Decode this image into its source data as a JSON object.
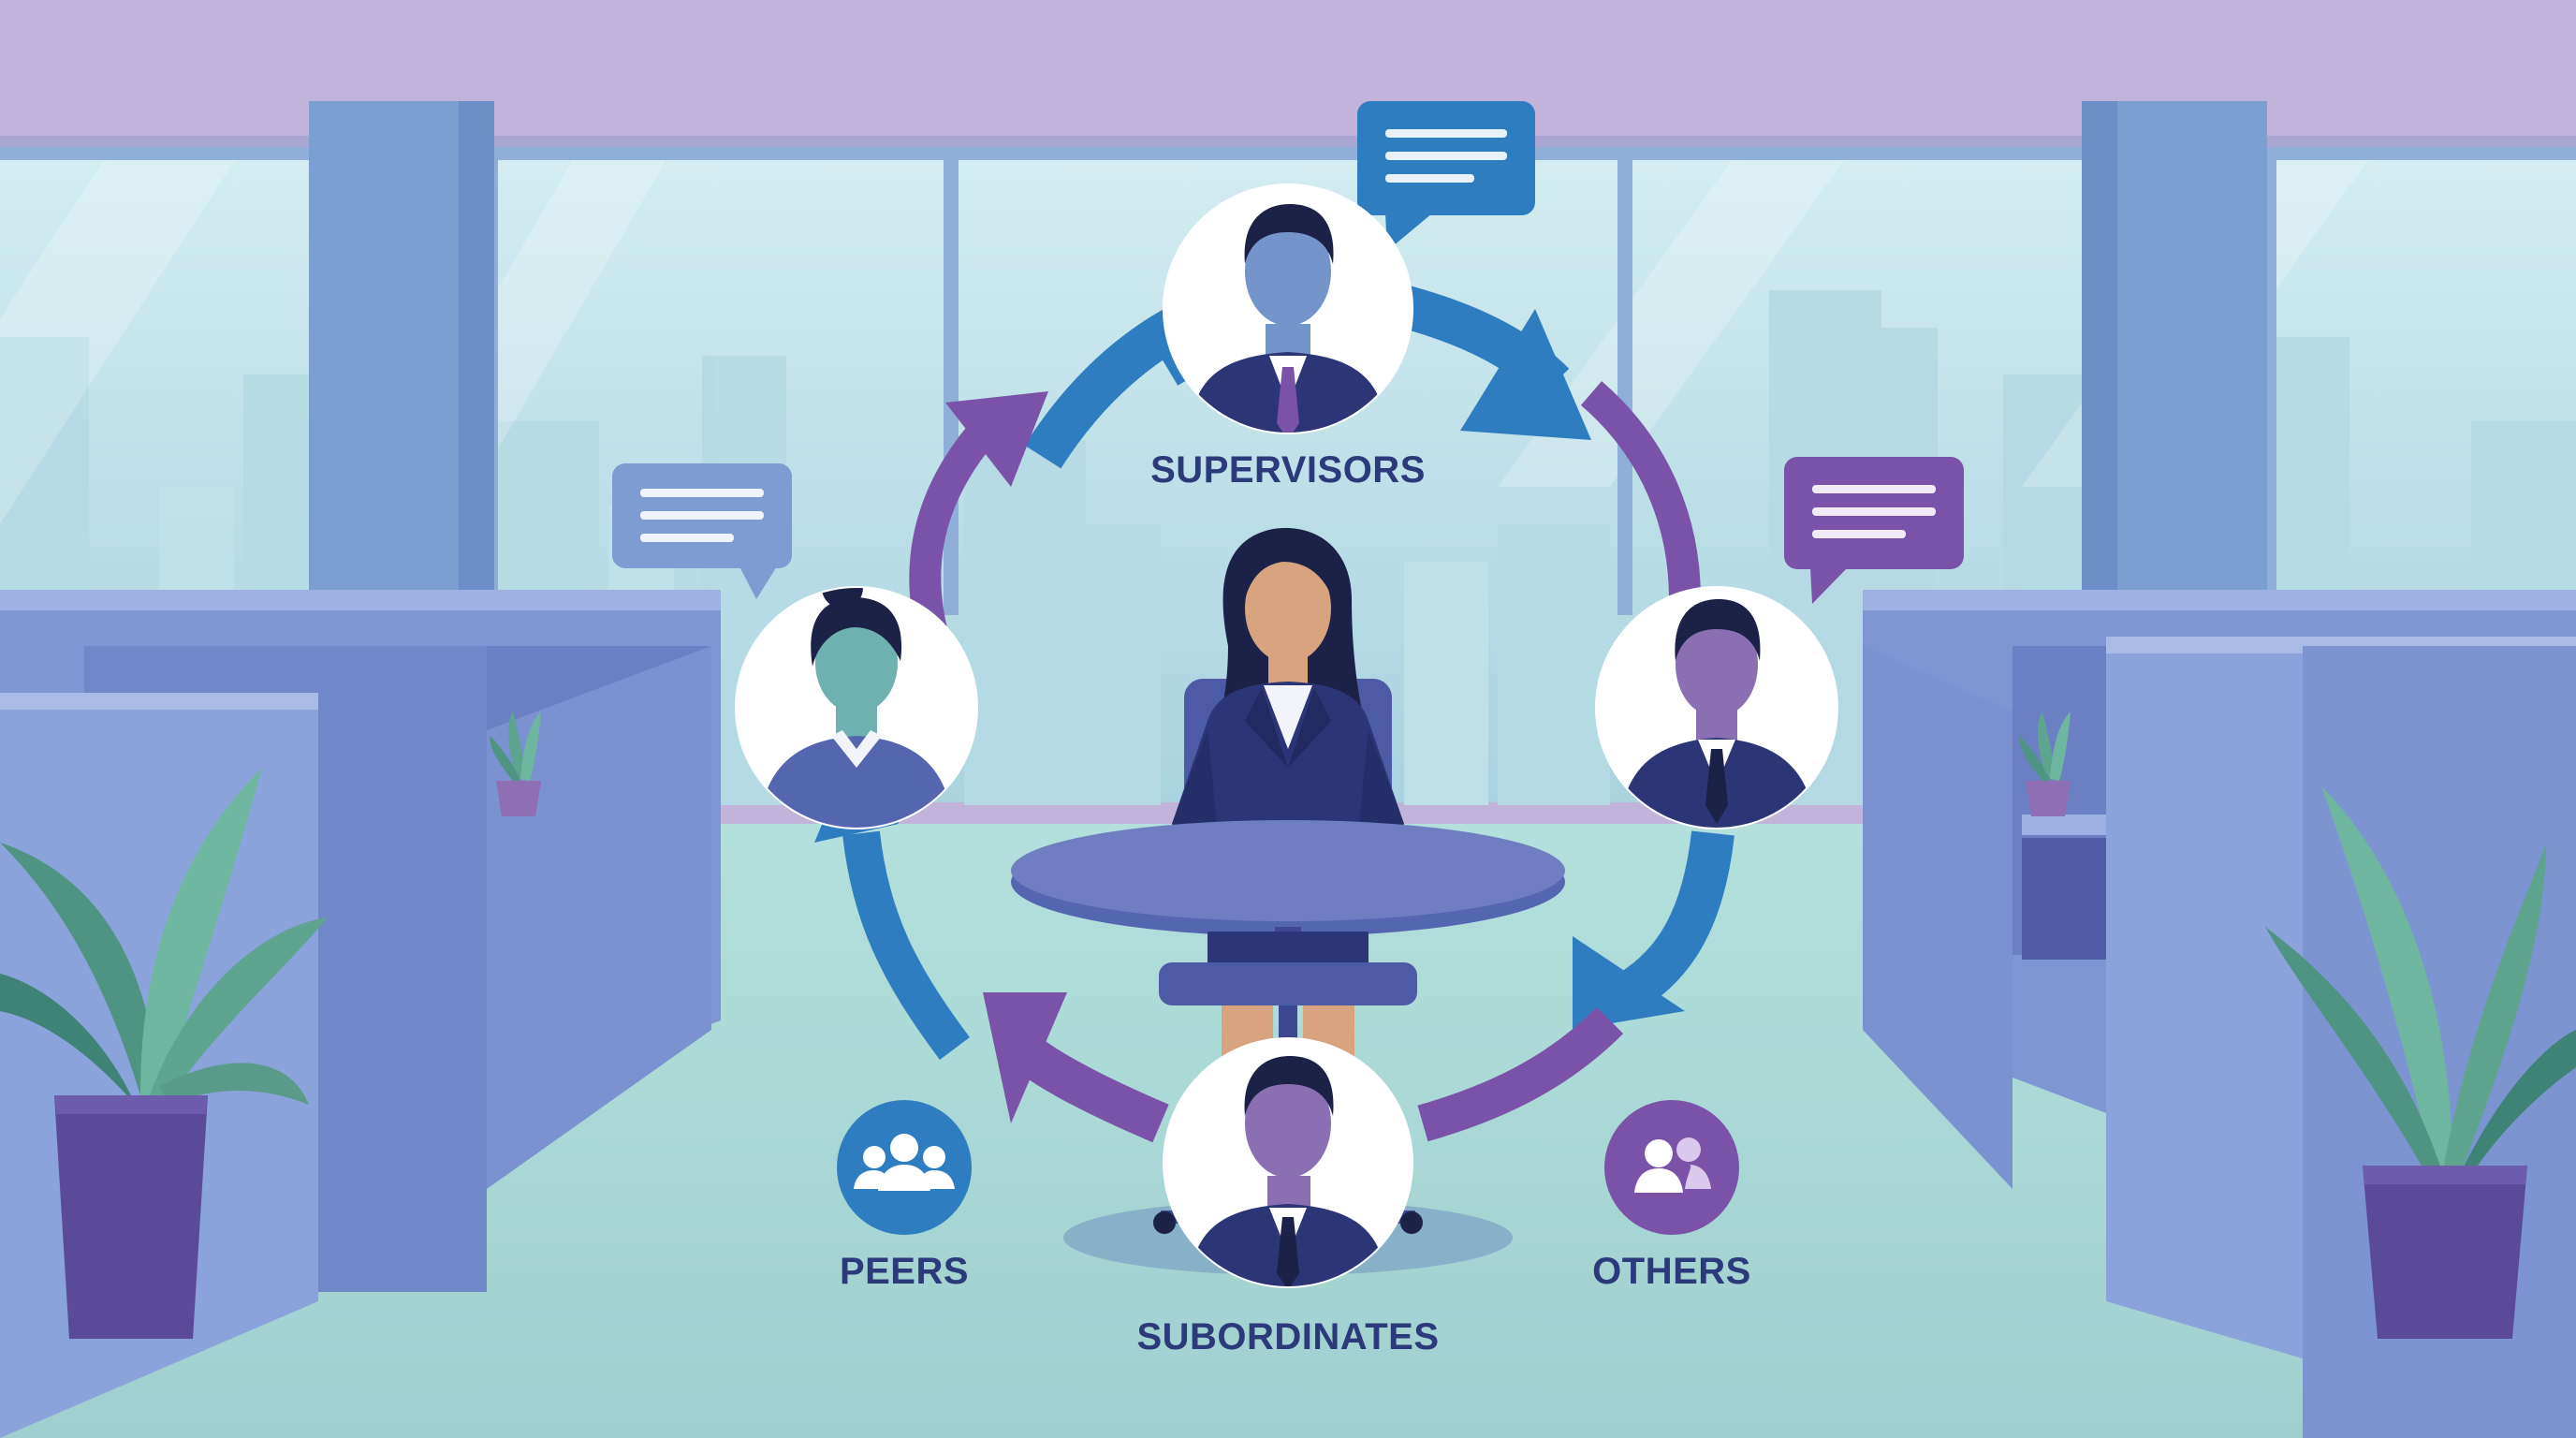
{
  "labels": {
    "supervisors": "SUPERVISORS",
    "peers": "PEERS",
    "others": "OTHERS",
    "subordinates": "SUBORDINATES"
  },
  "icons": {
    "peers_badge": "group-people-icon",
    "others_badge": "two-people-icon",
    "chat_bubbles": "speech-bubble-icon"
  },
  "colors": {
    "arrow_blue": "#2f7dc1",
    "arrow_purple": "#7a53a8",
    "navy_text": "#2b3a7a",
    "suit_navy": "#2c3576",
    "ceiling": "#c2b3da",
    "floor": "#a7d8d4"
  }
}
